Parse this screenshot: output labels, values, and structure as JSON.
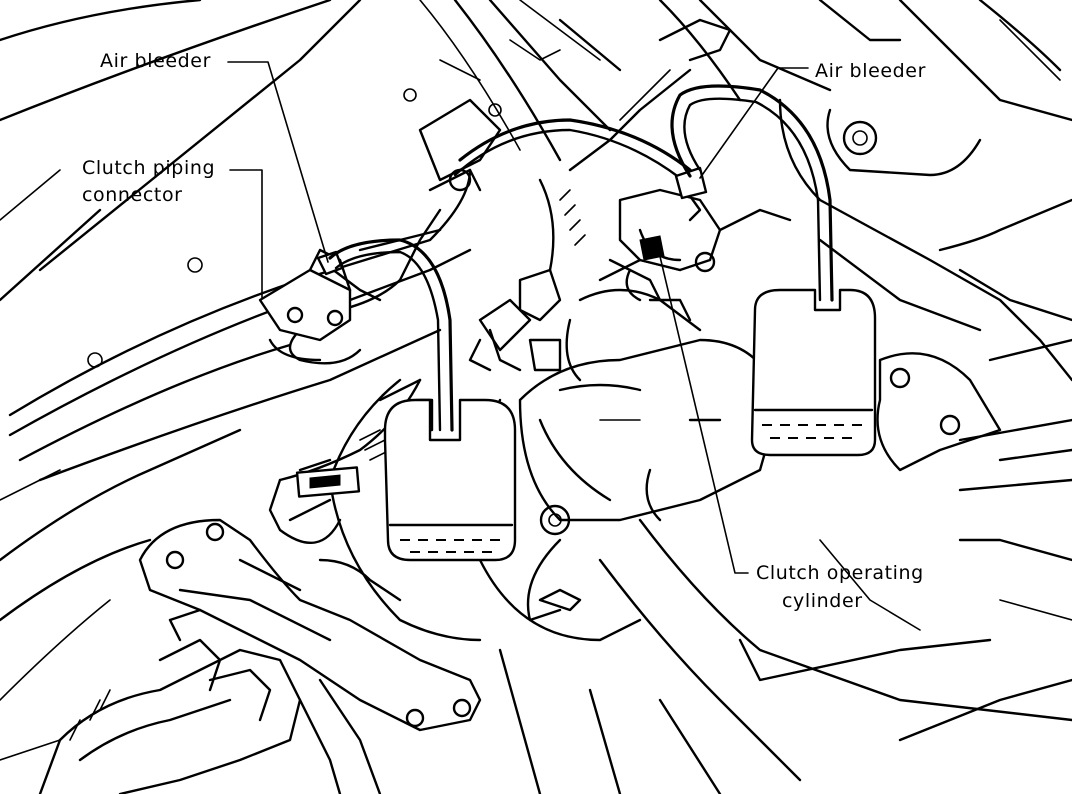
{
  "labels": {
    "air_bleeder_left": "Air bleeder",
    "clutch_piping_connector_line1": "Clutch piping",
    "clutch_piping_connector_line2": "connector",
    "air_bleeder_right": "Air bleeder",
    "clutch_operating_cylinder_line1": "Clutch operating",
    "clutch_operating_cylinder_line2": "cylinder"
  }
}
